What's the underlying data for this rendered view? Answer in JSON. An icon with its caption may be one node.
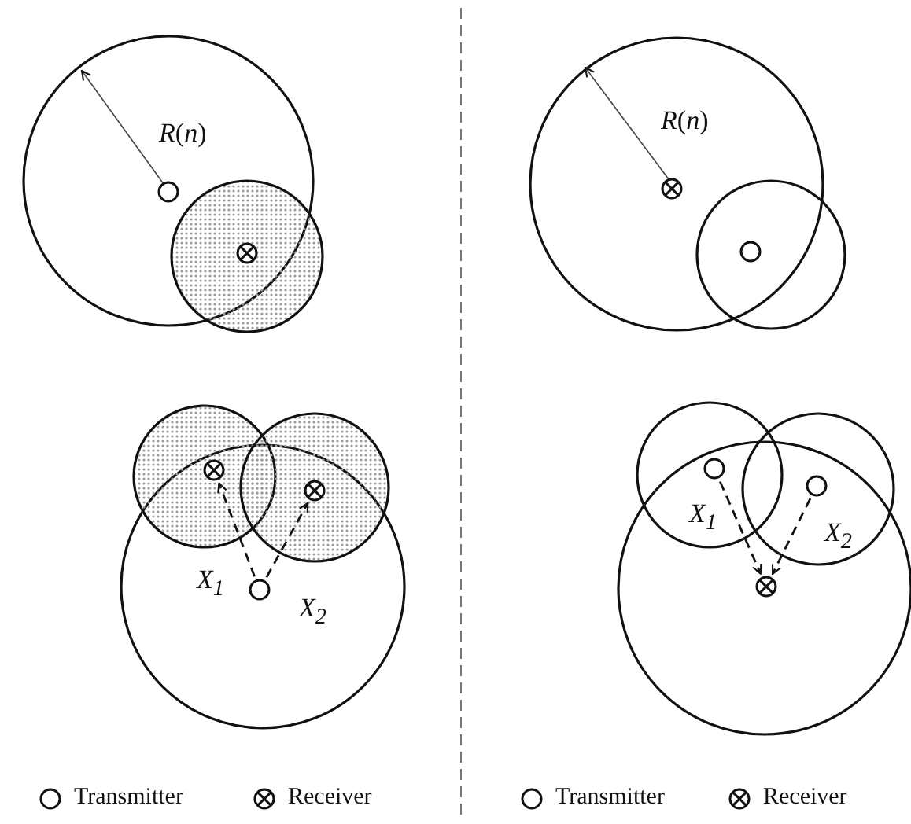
{
  "diagram": {
    "nodes": [
      {
        "text": [],
        "shape": "crossed-circle"
      },
      {
        "text": [],
        "shape": "crossed-circle"
      },
      {
        "text": [],
        "shape": "circle"
      },
      {
        "text": [],
        "shape": "circle"
      },
      {
        "text": [],
        "shape": "circle"
      },
      {
        "text": [],
        "shape": "crossed-circle"
      }
    ],
    "edges": [
      {
        "from": 2,
        "to": 0,
        "arrow": "to",
        "label": "X$_{1}$",
        "style": "dashed"
      },
      {
        "from": 2,
        "to": 1,
        "arrow": "to",
        "label": "X$_{2}$",
        "style": "dashed"
      },
      {
        "from": 3,
        "to": 5,
        "arrow": "to",
        "label": "X$_{1}$",
        "style": "dashed"
      },
      {
        "from": 4,
        "to": 5,
        "arrow": "to",
        "label": "X$_{2}$",
        "style": "dashed"
      }
    ],
    "labels": [
      "*R*(*n*)",
      "*R*(*n*)"
    ],
    "legend": [
      {
        "text": "Transmitter"
      },
      {
        "text": "Receiver"
      },
      {
        "text": "Transmitter"
      },
      {
        "text": "Receiver"
      }
    ]
  }
}
